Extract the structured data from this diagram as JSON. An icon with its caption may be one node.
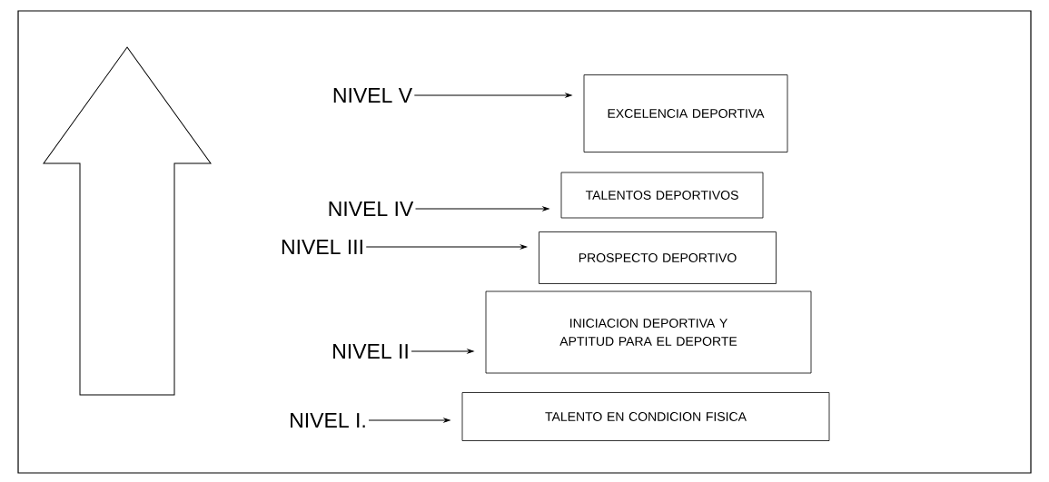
{
  "diagram": {
    "nodes": [
      {
        "text": [
          "NIVEL V"
        ]
      },
      {
        "text": [
          "EXCELENCIA DEPORTIVA"
        ]
      },
      {
        "text": [
          "NIVEL IV"
        ]
      },
      {
        "text": [
          "TALENTOS DEPORTIVOS"
        ]
      },
      {
        "text": [
          "NIVEL III"
        ]
      },
      {
        "text": [
          "PROSPECTO DEPORTIVO"
        ]
      },
      {
        "text": [
          "NIVEL II"
        ]
      },
      {
        "text": [
          "INICIACION DEPORTIVA Y APTITUD PARA EL DEPORTE"
        ]
      },
      {
        "text": [
          "NIVEL I."
        ]
      },
      {
        "text": [
          "TALENTO EN CONDICION FISICA"
        ]
      }
    ],
    "edges": [
      {
        "from": 0,
        "to": 1,
        "arrow": "to"
      },
      {
        "from": 2,
        "to": 3,
        "arrow": "to"
      },
      {
        "from": 4,
        "to": 5,
        "arrow": "to"
      },
      {
        "from": 6,
        "to": 7,
        "arrow": "to"
      },
      {
        "from": 8,
        "to": 9,
        "arrow": "to"
      }
    ]
  }
}
